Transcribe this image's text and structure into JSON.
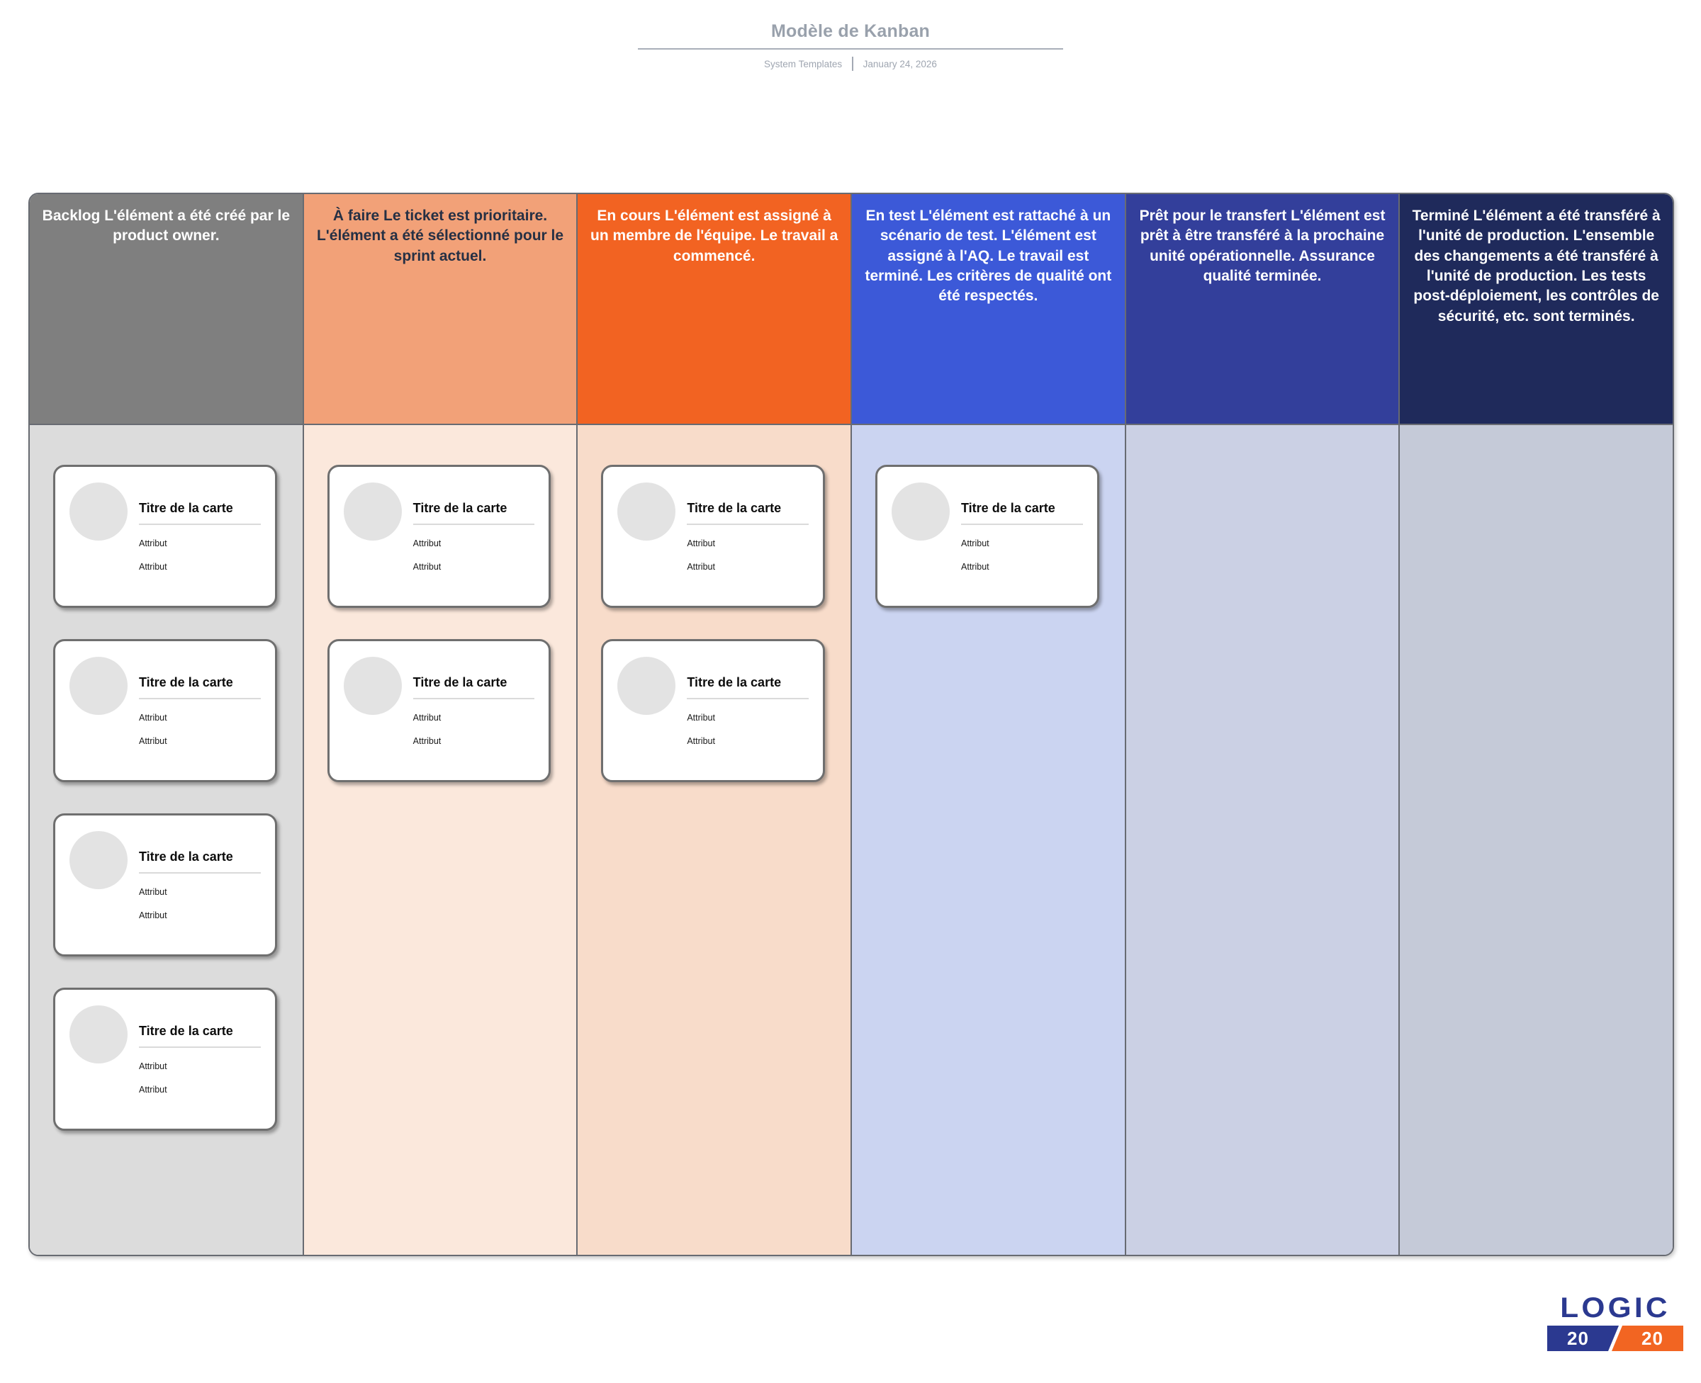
{
  "header": {
    "title": "Modèle de Kanban",
    "source": "System Templates",
    "date": "January 24, 2026"
  },
  "board": {
    "columns": [
      {
        "name": "backlog",
        "header": "Backlog L'élément a été créé par le product owner.",
        "header_bg": "#7F7F7F",
        "header_fg": "#FFFFFF",
        "body_bg": "#DCDCDC",
        "cards": [
          {
            "title": "Titre de la carte",
            "attributes": [
              "Attribut",
              "Attribut"
            ]
          },
          {
            "title": "Titre de la carte",
            "attributes": [
              "Attribut",
              "Attribut"
            ]
          },
          {
            "title": "Titre de la carte",
            "attributes": [
              "Attribut",
              "Attribut"
            ]
          },
          {
            "title": "Titre de la carte",
            "attributes": [
              "Attribut",
              "Attribut"
            ]
          }
        ]
      },
      {
        "name": "a-faire",
        "header": "À faire Le ticket est prioritaire. L'élément a été sélectionné pour le sprint actuel.",
        "header_bg": "#F2A178",
        "header_fg": "#263044",
        "body_bg": "#FBE8DC",
        "cards": [
          {
            "title": "Titre de la carte",
            "attributes": [
              "Attribut",
              "Attribut"
            ]
          },
          {
            "title": "Titre de la carte",
            "attributes": [
              "Attribut",
              "Attribut"
            ]
          }
        ]
      },
      {
        "name": "en-cours",
        "header": "En cours L'élément est assigné à un membre de l'équipe. Le travail a commencé.",
        "header_bg": "#F26322",
        "header_fg": "#FFFFFF",
        "body_bg": "#F8DCCA",
        "cards": [
          {
            "title": "Titre de la carte",
            "attributes": [
              "Attribut",
              "Attribut"
            ]
          },
          {
            "title": "Titre de la carte",
            "attributes": [
              "Attribut",
              "Attribut"
            ]
          }
        ]
      },
      {
        "name": "en-test",
        "header": "En test L'élément est rattaché à un scénario de test. L'élément est assigné à l'AQ. Le travail est terminé. Les critères de qualité ont été respectés.",
        "header_bg": "#3C59D8",
        "header_fg": "#FFFFFF",
        "body_bg": "#CBD4F1",
        "cards": [
          {
            "title": "Titre de la carte",
            "attributes": [
              "Attribut",
              "Attribut"
            ]
          }
        ]
      },
      {
        "name": "pret-pour-le-transfert",
        "header": "Prêt pour le transfert L'élément est prêt à être transféré à la prochaine unité opérationnelle. Assurance qualité terminée.",
        "header_bg": "#333F9B",
        "header_fg": "#FFFFFF",
        "body_bg": "#CBD0E4",
        "cards": []
      },
      {
        "name": "termine",
        "header": "Terminé L'élément a été transféré à l'unité de production. L'ensemble des changements a été transféré à l'unité de production. Les tests post-déploiement, les contrôles de sécurité, etc. sont terminés.",
        "header_bg": "#1F2A5B",
        "header_fg": "#FFFFFF",
        "body_bg": "#C5CAD8",
        "cards": []
      }
    ]
  },
  "logo": {
    "word": "LOGIC",
    "left_number": "20",
    "right_number": "20",
    "blue": "#2B3990",
    "orange": "#F26522"
  }
}
